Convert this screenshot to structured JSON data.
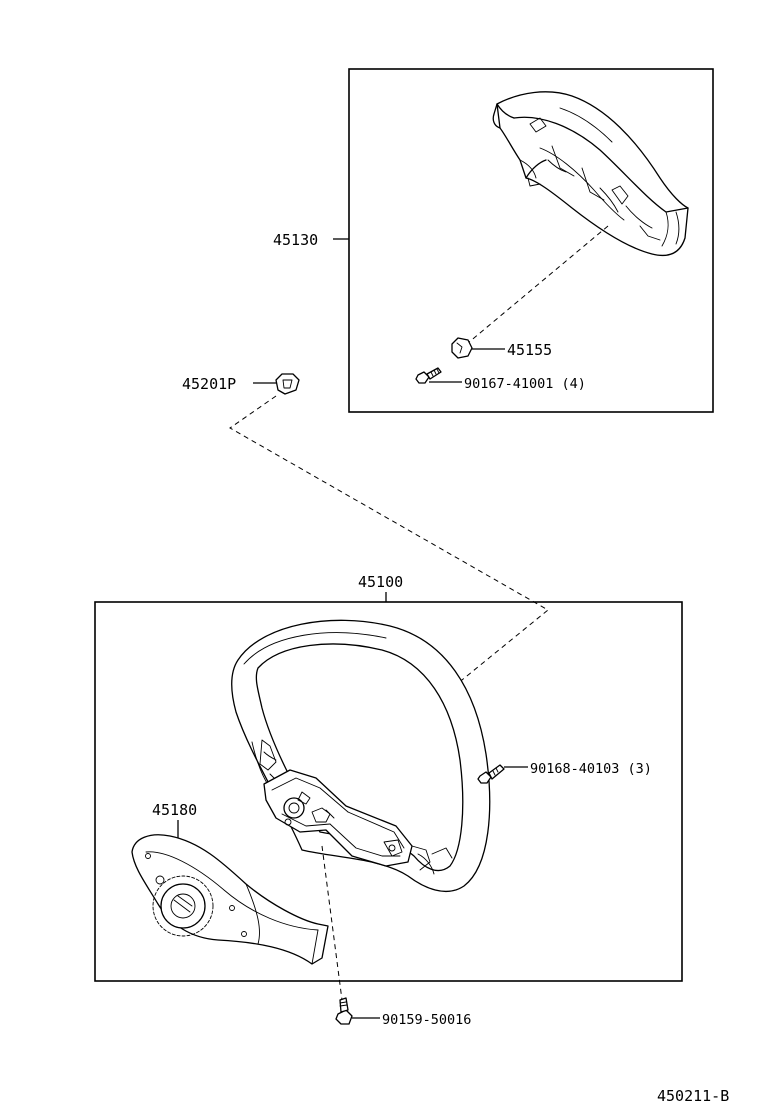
{
  "diagram": {
    "drawing_number": "450211-B",
    "parts": {
      "pad": {
        "number": "45130"
      },
      "pad_nut": {
        "number": "45155"
      },
      "pad_screw": {
        "number": "90167-41001",
        "qty": "(4)"
      },
      "steering_nut": {
        "number": "45201P"
      },
      "wheel": {
        "number": "45100"
      },
      "wheel_screw": {
        "number": "90168-40103",
        "qty": "(3)"
      },
      "cover": {
        "number": "45180"
      },
      "cover_screw": {
        "number": "90159-50016"
      }
    }
  }
}
